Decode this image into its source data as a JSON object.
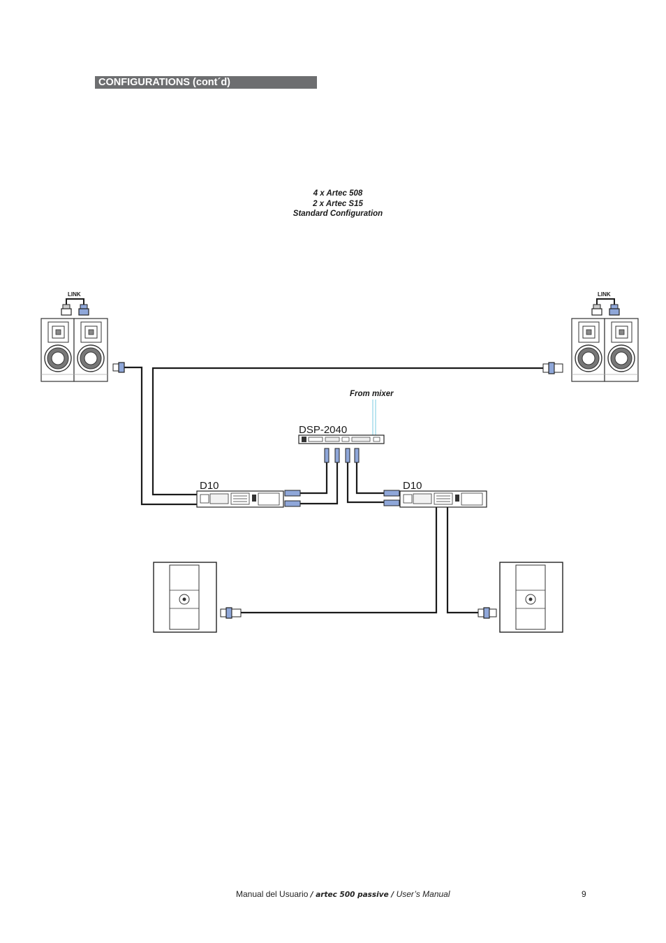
{
  "header": {
    "section_title": "CONFIGURATIONS (cont´d)"
  },
  "caption": {
    "line1": "4 x Artec 508",
    "line2": "2 x Artec S15",
    "line3": "Standard Configuration"
  },
  "diagram": {
    "link_label_left": "LINK",
    "link_label_right": "LINK",
    "from_mixer_label": "From mixer",
    "processor_label": "DSP-2040",
    "amp_left_label": "D10",
    "amp_right_label": "D10"
  },
  "footer": {
    "text_a": "Manual  del  Usuario ",
    "text_b": "/ artec 500 passive /",
    "text_c": " User’s  Manual",
    "page_number": "9"
  }
}
